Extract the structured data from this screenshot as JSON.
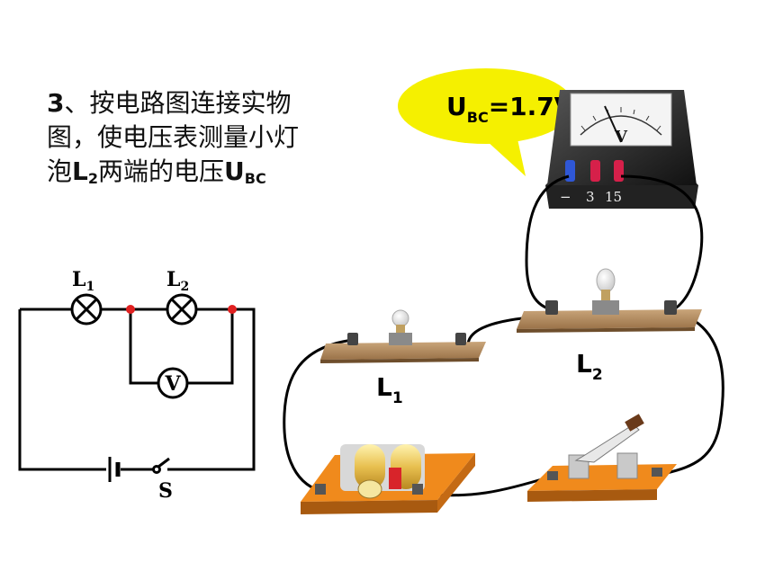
{
  "title": {
    "prefix": "3",
    "line1": "、按电路图连接实物",
    "line2": "图，使电压表测量小灯",
    "line3_pre": "泡",
    "lamp_letter": "L",
    "lamp_sub": "2",
    "line3_mid": "两端的电压",
    "volt_letter": "U",
    "volt_sub": "BC"
  },
  "bubble": {
    "letter": "U",
    "sub": "BC",
    "value": "=1.7V"
  },
  "schematic": {
    "lamp1": {
      "letter": "L",
      "sub": "1"
    },
    "lamp2": {
      "letter": "L",
      "sub": "2"
    },
    "voltmeter": "V",
    "switch": "S"
  },
  "photo": {
    "lamp1": {
      "letter": "L",
      "sub": "1"
    },
    "lamp2": {
      "letter": "L",
      "sub": "2"
    },
    "meter_letter": "V",
    "meter_terminals": [
      "−",
      "3",
      "15"
    ]
  },
  "colors": {
    "bubble": "#f5f000",
    "junction": "#e02020",
    "wood": "#b08a5c",
    "battery_base": "#f08a1c"
  }
}
